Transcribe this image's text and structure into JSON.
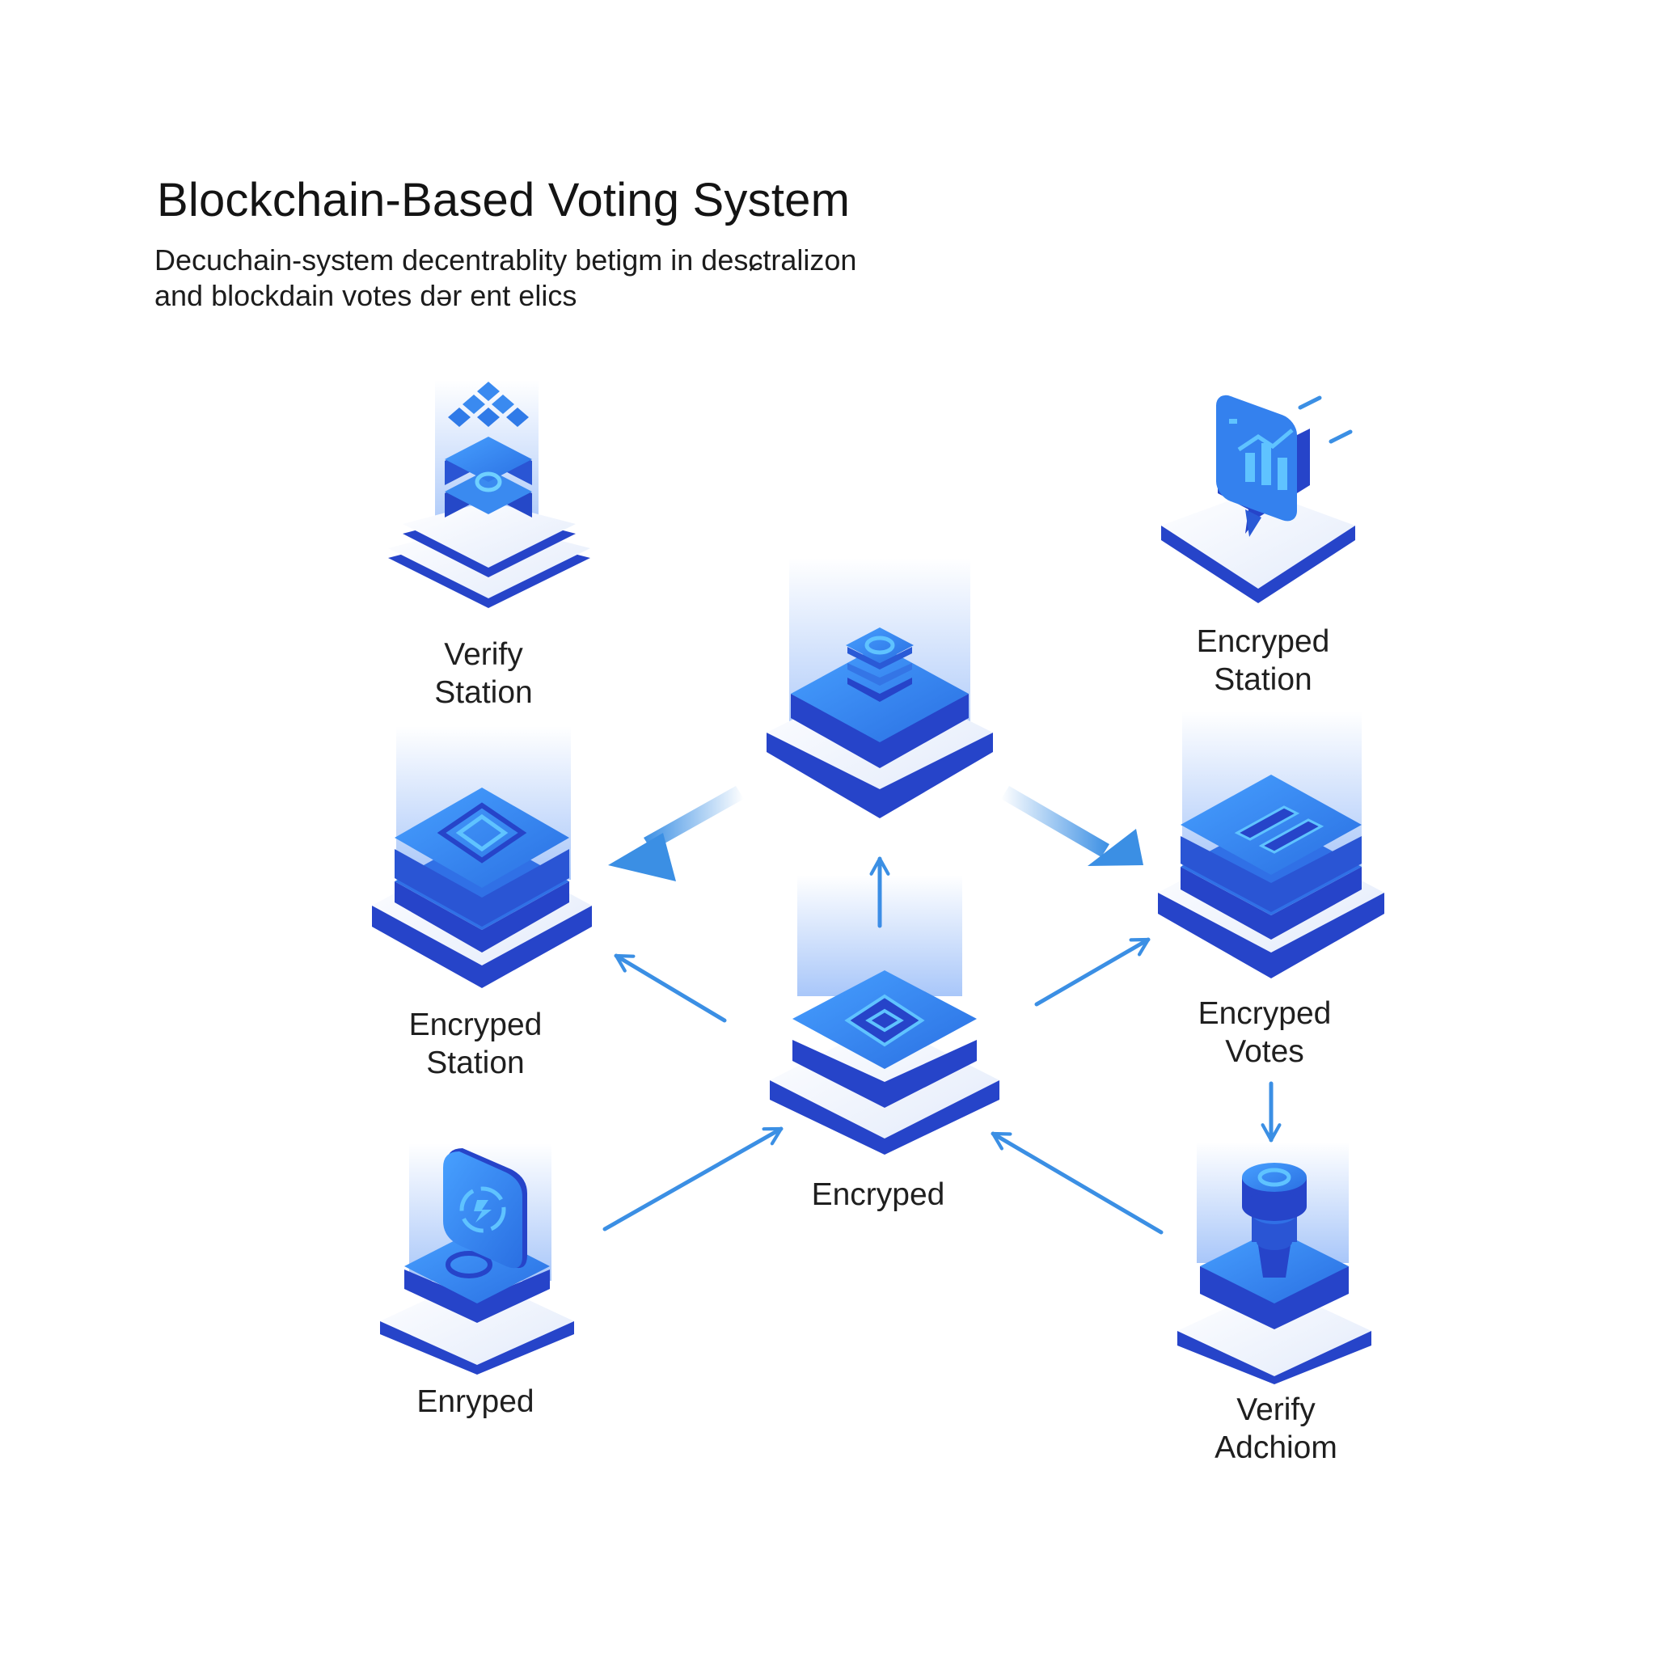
{
  "title": "Blockchain-Based Voting System",
  "subtitle": [
    "Decuchain-system decentrablity betigm in desɕtralizon",
    "and blockdain votes dər ent  elics"
  ],
  "colors": {
    "primary": "#2f7ae8",
    "dark": "#2644c9",
    "light": "#e9f0fc",
    "accent": "#5fc3ff",
    "arrow": "#3b8fe4"
  },
  "nodes": [
    {
      "id": "verify-station",
      "label": [
        "Verify",
        "Station"
      ],
      "icon": "layered-diamonds-icon"
    },
    {
      "id": "encryped-station-top-right",
      "label": [
        "Encryped",
        "Station"
      ],
      "icon": "chart-speech-bubble-icon"
    },
    {
      "id": "central-top",
      "label": [],
      "icon": "stacked-server-icon"
    },
    {
      "id": "encryped-station-left",
      "label": [
        "Encryped",
        "Station"
      ],
      "icon": "square-chip-icon"
    },
    {
      "id": "encryped-votes",
      "label": [
        "Encryped",
        "Votes"
      ],
      "icon": "pause-bars-icon"
    },
    {
      "id": "encryped-center",
      "label": [
        "Encryped"
      ],
      "icon": "square-chip-icon"
    },
    {
      "id": "enryped",
      "label": [
        "Enryped"
      ],
      "icon": "sync-lock-icon"
    },
    {
      "id": "verify-adchiom",
      "label": [
        "Verify",
        "Adchiom"
      ],
      "icon": "ballot-stamp-icon"
    }
  ]
}
